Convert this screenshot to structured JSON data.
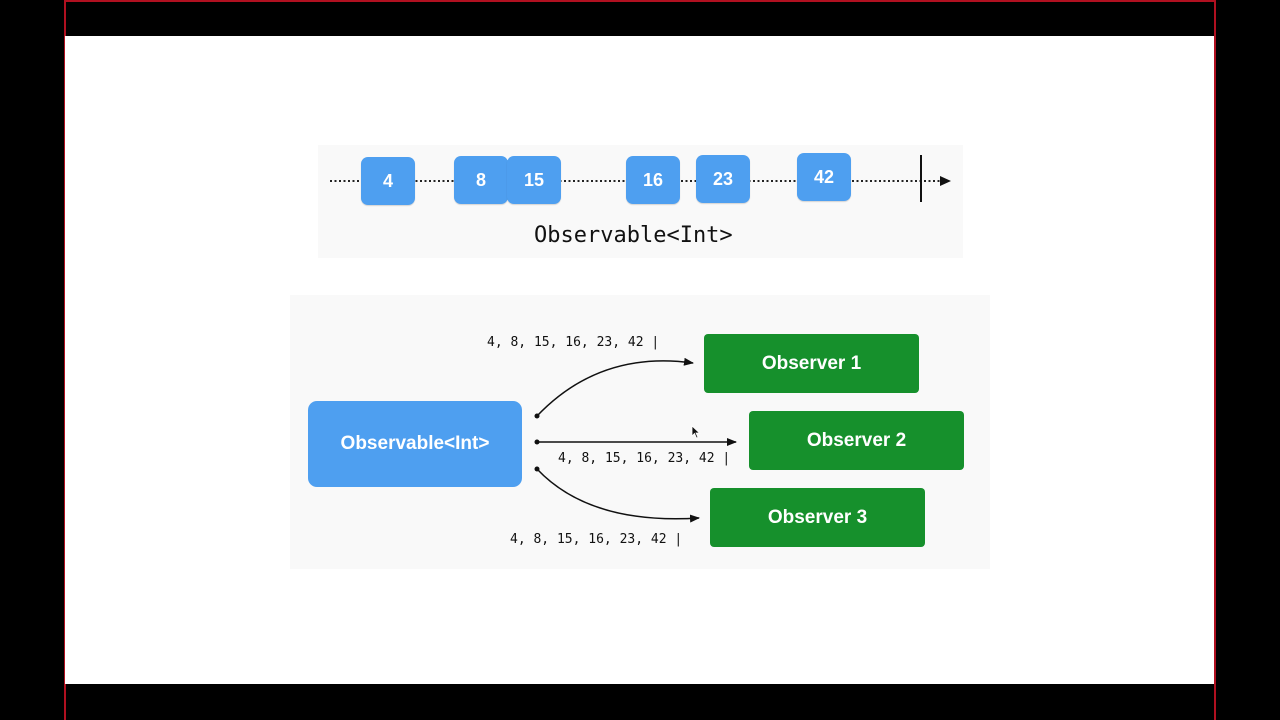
{
  "timeline": {
    "label": "Observable<Int>",
    "marbles": [
      "4",
      "8",
      "15",
      "16",
      "23",
      "42"
    ]
  },
  "source": {
    "label": "Observable<Int>"
  },
  "observers": [
    {
      "label": "Observer 1",
      "sequence": "4, 8, 15, 16, 23, 42 |"
    },
    {
      "label": "Observer 2",
      "sequence": "4, 8, 15, 16, 23, 42 |"
    },
    {
      "label": "Observer 3",
      "sequence": "4, 8, 15, 16, 23, 42 |"
    }
  ],
  "colors": {
    "marble": "#4e9ff0",
    "observer": "#16902c",
    "frame": "#000000",
    "frame_edge": "#b01020"
  },
  "icons": {
    "cursor": "mouse-pointer-icon"
  }
}
